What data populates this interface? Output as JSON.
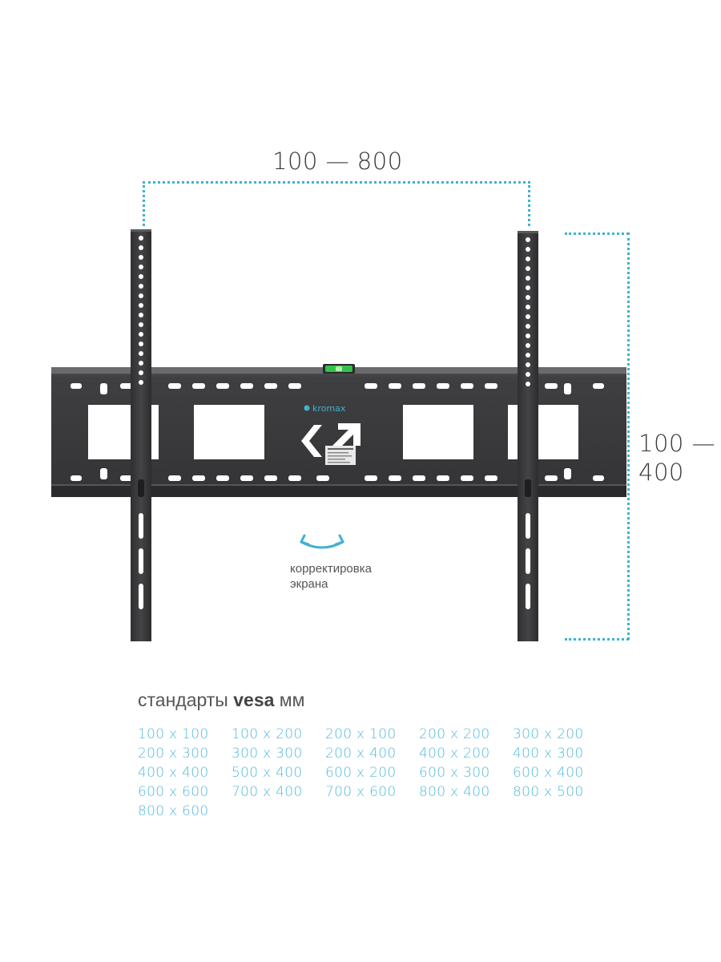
{
  "dimensions": {
    "width_range": "100 — 800",
    "height_range_line1": "100 —",
    "height_range_line2": "400"
  },
  "product": {
    "logo_text": "kromax",
    "adjust_caption_line1": "корректировка",
    "adjust_caption_line2": "экрана"
  },
  "vesa": {
    "title_prefix": "стандарты",
    "title_bold": "vesa",
    "title_unit": "мм",
    "sizes": [
      "100 x 100",
      "100 x 200",
      "200 x 100",
      "200 x 200",
      "300 x 200",
      "200 x 300",
      "300 x 300",
      "200 x 400",
      "400 x 200",
      "400 x 300",
      "400 x 400",
      "500 x 400",
      "600 x 200",
      "600 x 300",
      "600 x 400",
      "600 x 600",
      "700 x 400",
      "700 x 600",
      "800 x 400",
      "800 x 500",
      "800 x 600"
    ]
  },
  "colors": {
    "accent": "#3fb2d1",
    "vesa_text": "#52b9dd",
    "metal": "#3c3c3e",
    "level_bubble": "#35c24a"
  },
  "icons": [
    "rotate-arrow-icon",
    "bubble-level-icon",
    "double-chevron-icon"
  ]
}
